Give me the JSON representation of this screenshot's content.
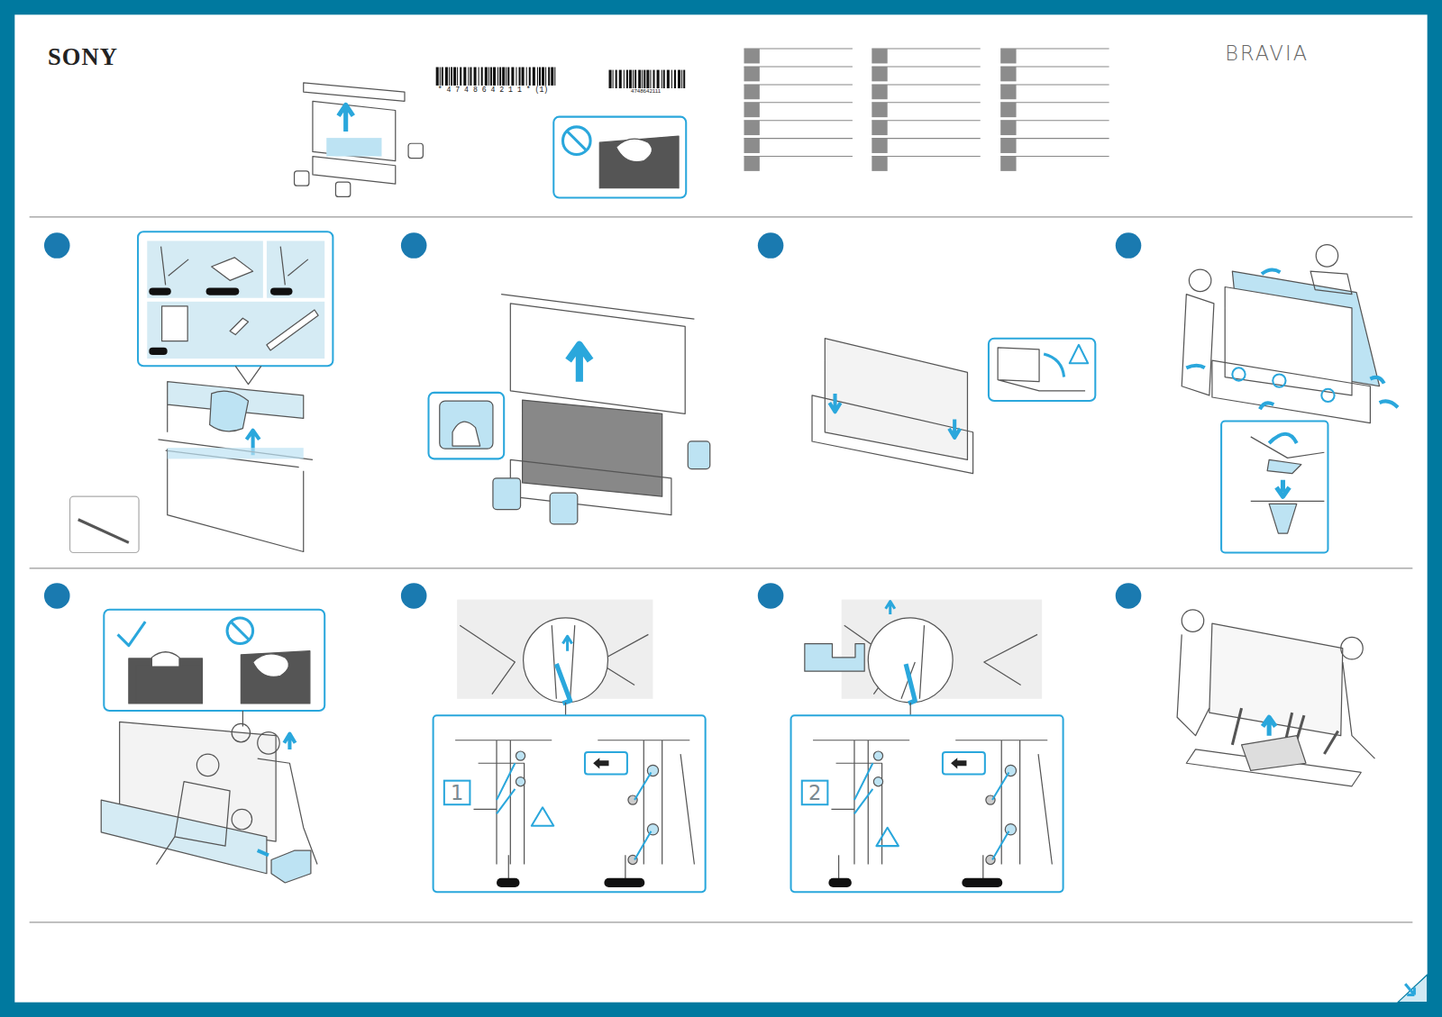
{
  "diagram": {
    "nodes": [
      {
        "text": [
          "1"
        ]
      },
      {
        "text": [
          "2"
        ]
      }
    ],
    "labels": [
      "SONY",
      "BRAVIA",
      "* 4 7 4 8 6 4 2 1 1 * (1)",
      "4748642111"
    ]
  }
}
